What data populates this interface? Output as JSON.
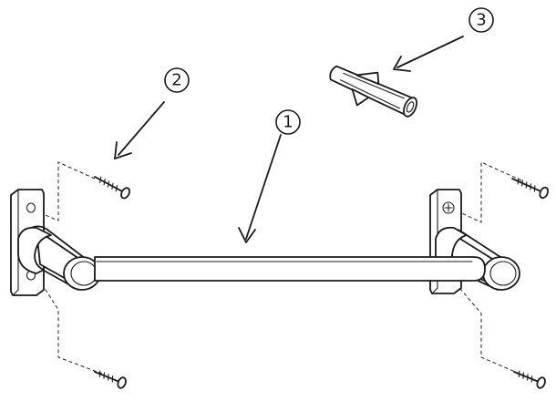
{
  "callouts": [
    {
      "id": "towel-bar",
      "label": "1"
    },
    {
      "id": "screw",
      "label": "2"
    },
    {
      "id": "wall-anchor",
      "label": "3"
    }
  ]
}
